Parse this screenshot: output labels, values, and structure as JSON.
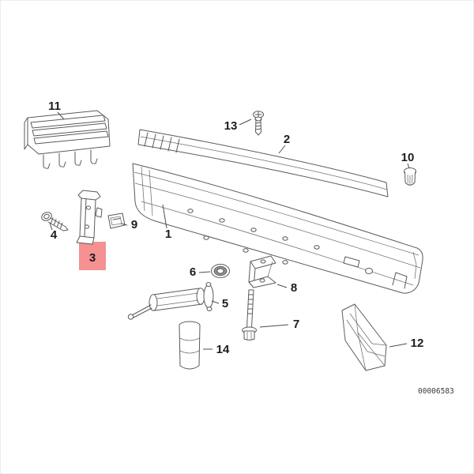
{
  "diagram": {
    "code": "00006583",
    "highlight_color": "#f59191",
    "highlighted_part": "3",
    "part_labels": [
      "1",
      "2",
      "3",
      "4",
      "5",
      "6",
      "7",
      "8",
      "9",
      "10",
      "11",
      "12",
      "13",
      "14"
    ]
  }
}
